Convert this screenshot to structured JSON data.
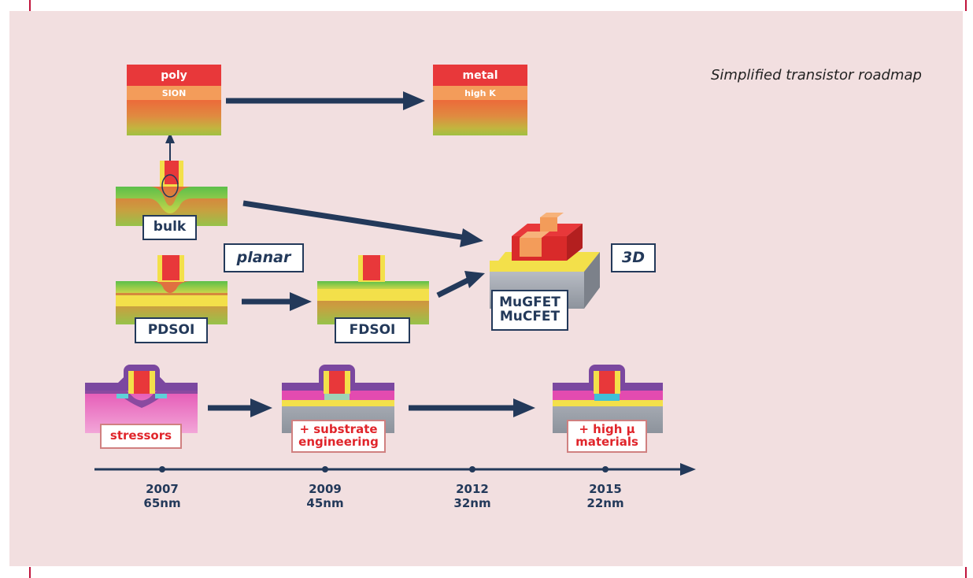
{
  "title": "Simplified transistor roadmap",
  "gate_stacks": [
    {
      "top": "poly",
      "middle": "SION"
    },
    {
      "top": "metal",
      "middle": "high K"
    }
  ],
  "devices": {
    "bulk": "bulk",
    "pdsoi": "PDSOI",
    "fdsoi": "FDSOI",
    "mugfet": "MuGFET\nMuCFET"
  },
  "labels": {
    "planar": "planar",
    "three_d": "3D",
    "stressors": "stressors",
    "substrate": "+ substrate\nengineering",
    "high_mu": "+ high μ\nmaterials"
  },
  "timeline": [
    {
      "year": "2007",
      "node": "65nm"
    },
    {
      "year": "2009",
      "node": "45nm"
    },
    {
      "year": "2012",
      "node": "32nm"
    },
    {
      "year": "2015",
      "node": "22nm"
    }
  ],
  "colors": {
    "arrow": "#23395a",
    "background": "#f2dfe0",
    "label_red": "#e0252b"
  }
}
